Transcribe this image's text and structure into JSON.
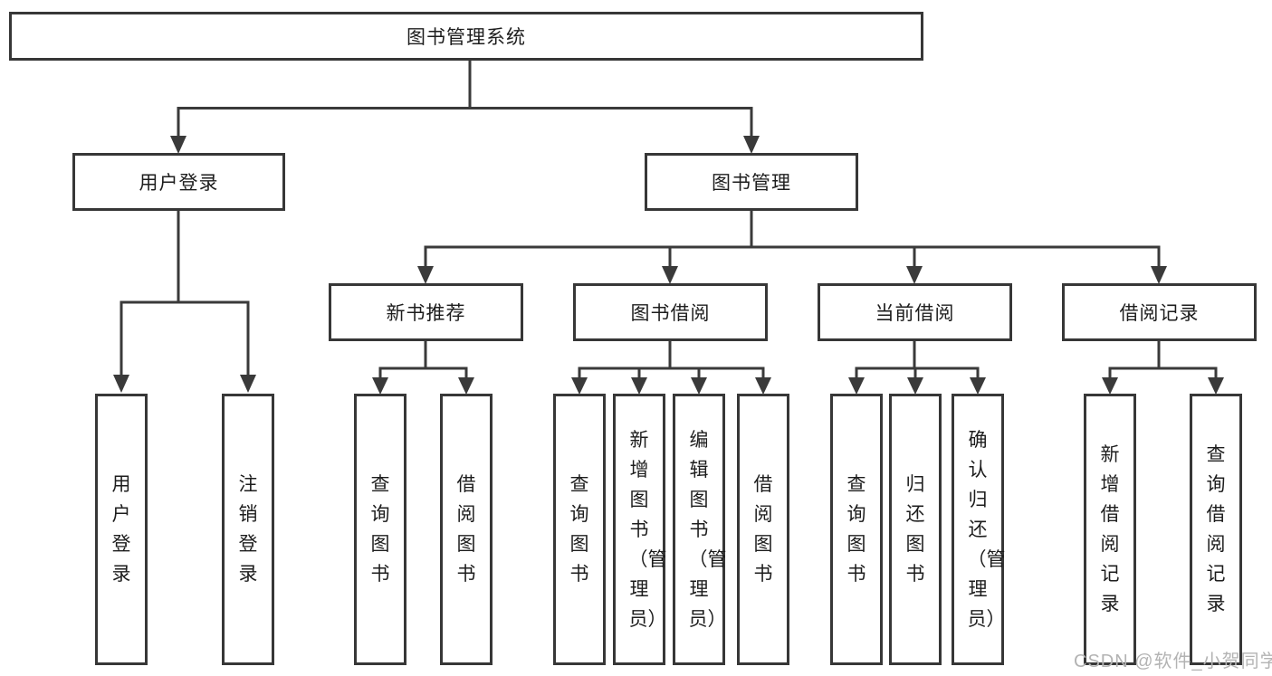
{
  "tree": {
    "root": "图书管理系统",
    "user_login": {
      "label": "用户登录",
      "children": [
        "用户登录",
        "注销登录"
      ]
    },
    "book_mgmt": {
      "label": "图书管理",
      "groups": [
        {
          "label": "新书推荐",
          "children": [
            "查询图书",
            "借阅图书"
          ]
        },
        {
          "label": "图书借阅",
          "children": [
            "查询图书",
            "新增图书（管理员）",
            "编辑图书（管理员）",
            "借阅图书"
          ]
        },
        {
          "label": "当前借阅",
          "children": [
            "查询图书",
            "归还图书",
            "确认归还（管理员）"
          ]
        },
        {
          "label": "借阅记录",
          "children": [
            "新增借阅记录",
            "查询借阅记录"
          ]
        }
      ]
    }
  },
  "watermark": "CSDN @软件_小贺同学",
  "colors": {
    "line": "#3a3a3a",
    "box_border": "#373737",
    "text": "#1d1d1d",
    "watermark": "#b3b3b3",
    "background": "#ffffff"
  }
}
